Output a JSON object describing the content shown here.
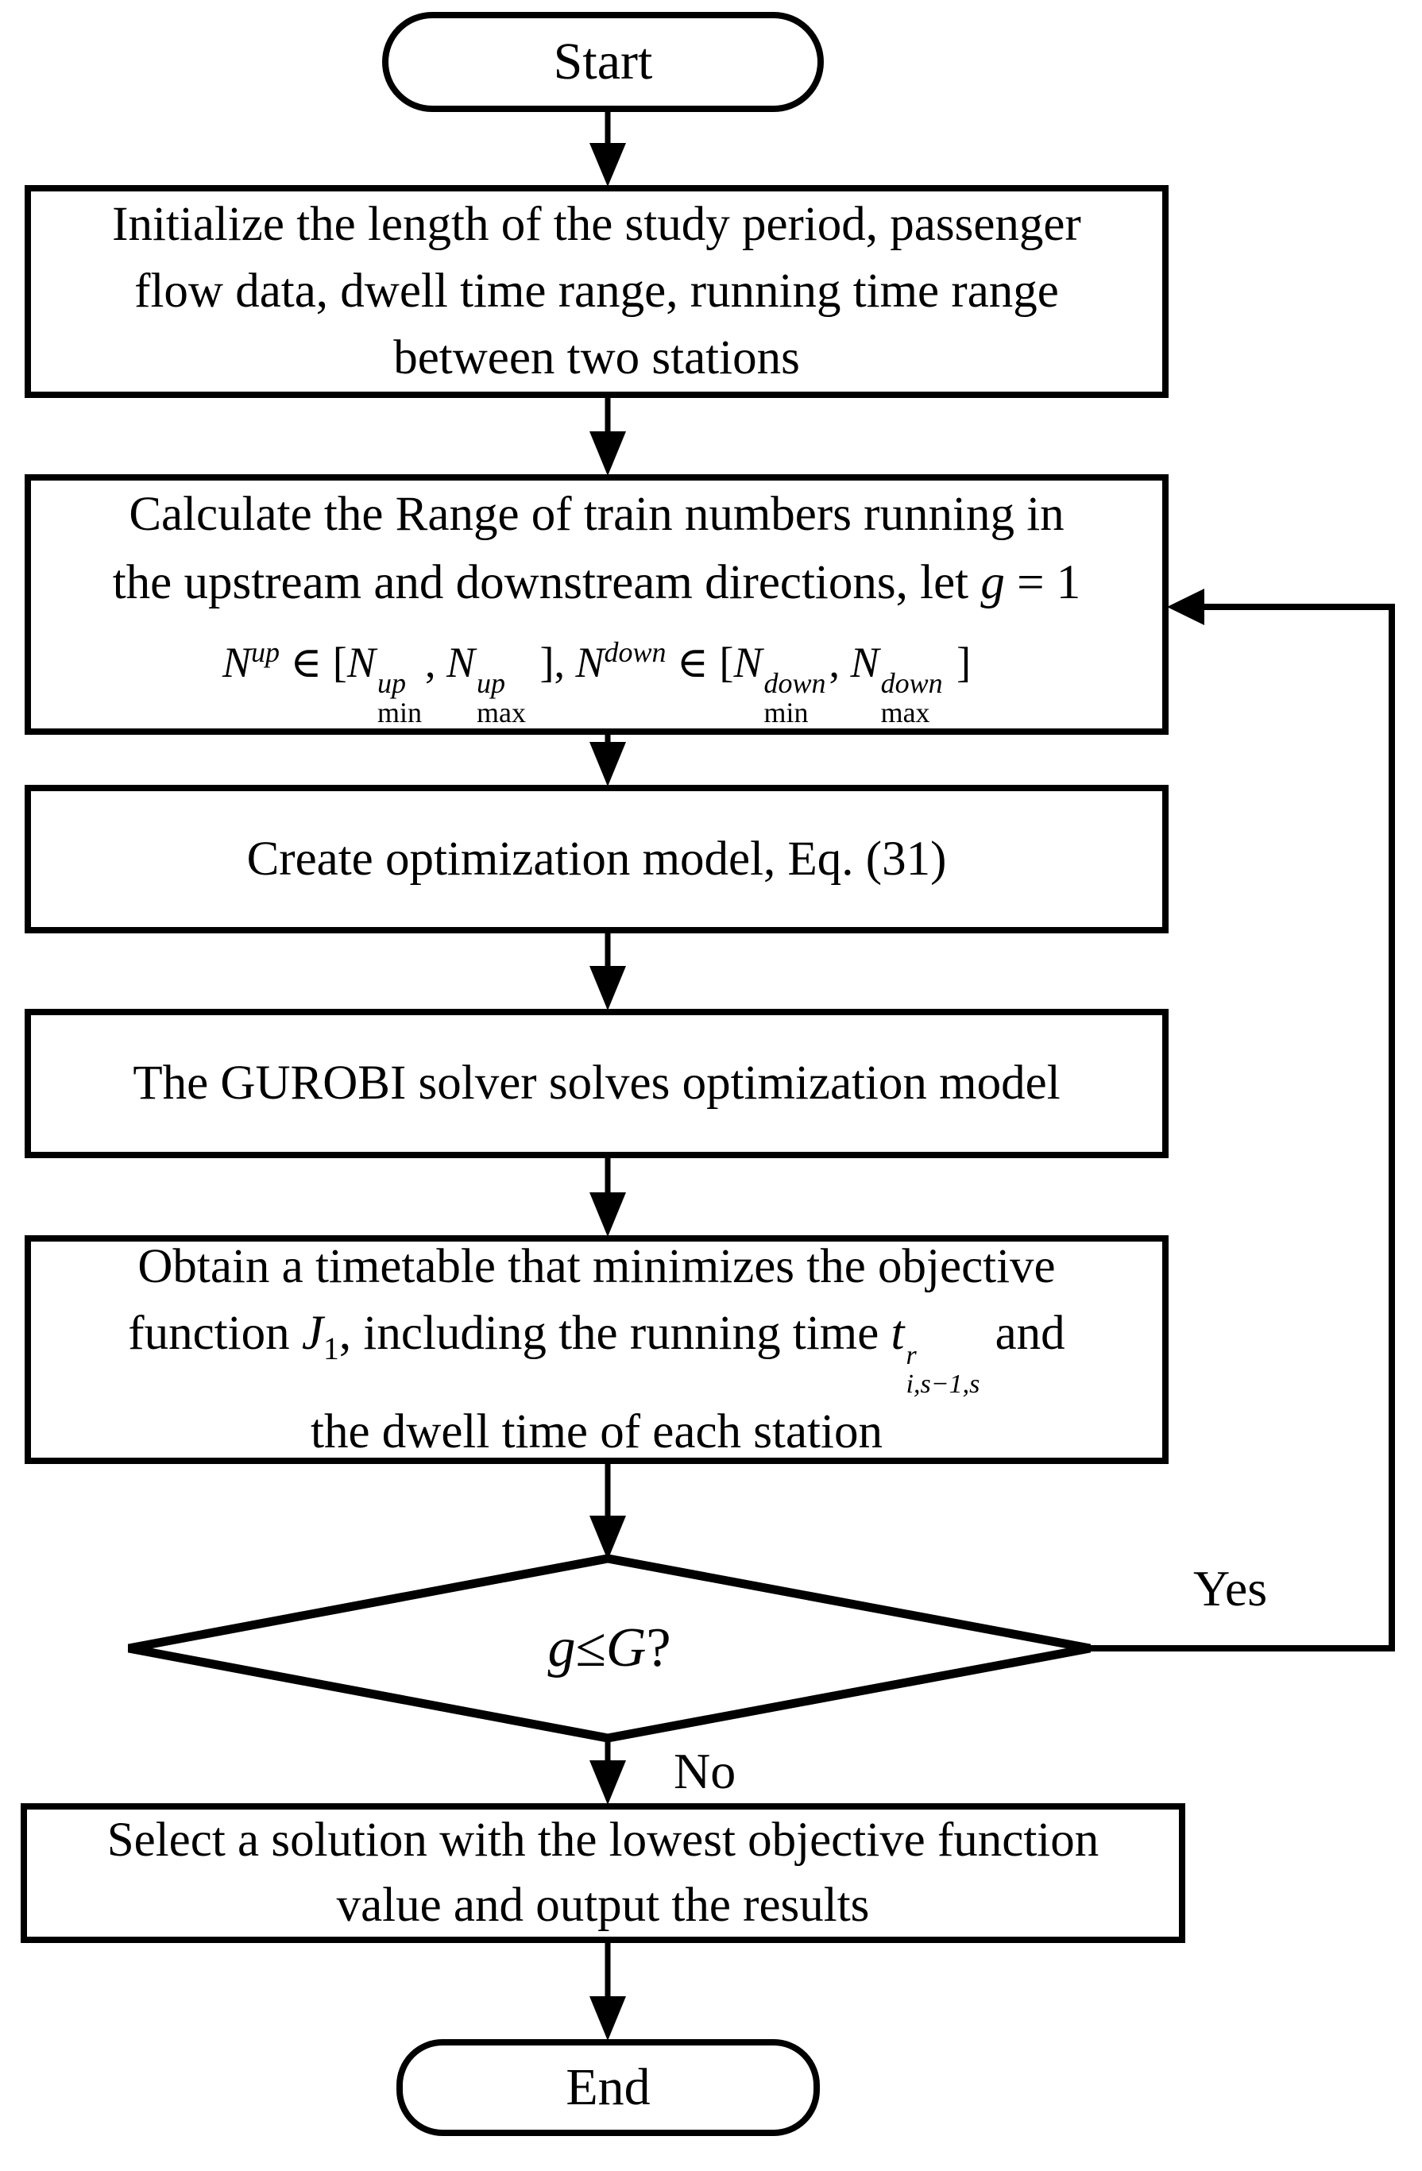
{
  "nodes": {
    "start": {
      "label": "Start"
    },
    "initialize": {
      "line1": "Initialize the length of the study period, passenger",
      "line2": "flow data,  dwell time range, running time range",
      "line3": "between two stations"
    },
    "calculate": {
      "line1": "Calculate the Range of train numbers running in",
      "line2_pre": "the upstream and downstream directions, let ",
      "line2_var": "g",
      "line2_post": " = 1",
      "formula": {
        "N": "N",
        "up": "up",
        "down": "down",
        "min": "min",
        "max": "max",
        "elem_open": " ∈ [",
        "comma": ", ",
        "close_comma": " ], ",
        "close": " ]"
      }
    },
    "create_model": {
      "label": "Create optimization model, Eq. (31)"
    },
    "solver": {
      "label": "The GUROBI solver solves optimization model"
    },
    "timetable": {
      "line1": "Obtain a timetable that minimizes the objective",
      "line2_pre": "function ",
      "J": "J",
      "J_sub": "1",
      "line2_mid": ", including the running time ",
      "t": "t",
      "t_sup": "r",
      "t_sub": "i,s−1,s",
      "line2_post": " and",
      "line3": "the dwell time of each station"
    },
    "decision": {
      "lhs": "g",
      "op": " ≤ ",
      "rhs": "G",
      "question": "?"
    },
    "select": {
      "line1": "Select a solution with the lowest objective function",
      "line2": "value and output the results"
    },
    "end": {
      "label": "End"
    }
  },
  "labels": {
    "yes": "Yes",
    "no": "No"
  }
}
